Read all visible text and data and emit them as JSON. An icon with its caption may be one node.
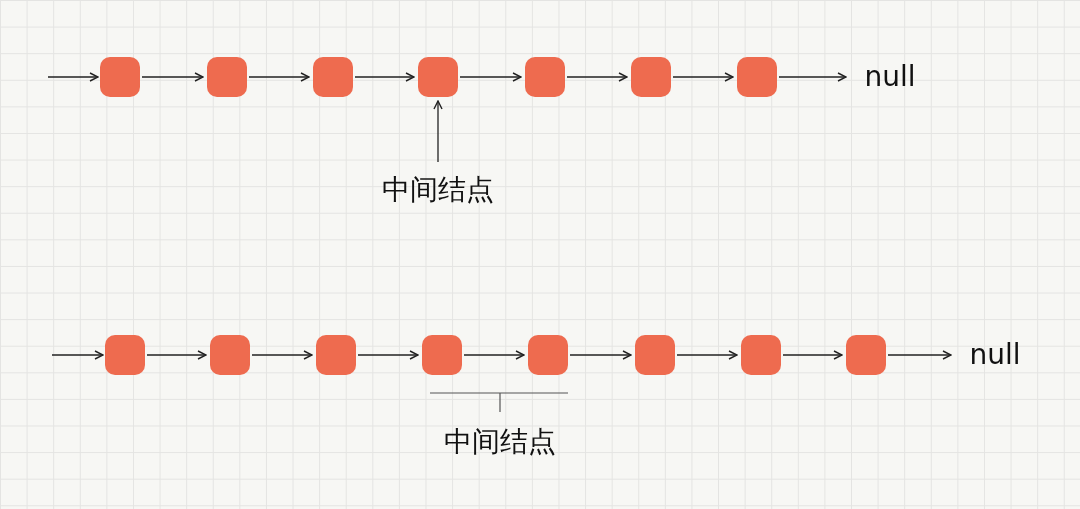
{
  "diagram": {
    "nodes": [
      {
        "text": [],
        "shape": "box"
      },
      {
        "text": [],
        "shape": "box"
      },
      {
        "text": [],
        "shape": "box"
      },
      {
        "text": [],
        "shape": "box"
      },
      {
        "text": [],
        "shape": "box"
      },
      {
        "text": [],
        "shape": "box"
      },
      {
        "text": [],
        "shape": "box"
      },
      {
        "text": [
          "null"
        ]
      },
      {
        "text": [
          "中间结点"
        ]
      },
      {
        "text": [],
        "shape": "box"
      },
      {
        "text": [],
        "shape": "box"
      },
      {
        "text": [],
        "shape": "box"
      },
      {
        "text": [],
        "shape": "box"
      },
      {
        "text": [],
        "shape": "box"
      },
      {
        "text": [],
        "shape": "box"
      },
      {
        "text": [],
        "shape": "box"
      },
      {
        "text": [],
        "shape": "box"
      },
      {
        "text": [
          "null"
        ]
      }
    ],
    "edges": [
      {
        "from": null,
        "to": 0,
        "arrow": "to"
      },
      {
        "from": 0,
        "to": 1,
        "arrow": "to"
      },
      {
        "from": 1,
        "to": 2,
        "arrow": "to"
      },
      {
        "from": 2,
        "to": 3,
        "arrow": "to"
      },
      {
        "from": 3,
        "to": 4,
        "arrow": "to"
      },
      {
        "from": 4,
        "to": 5,
        "arrow": "to"
      },
      {
        "from": 5,
        "to": 6,
        "arrow": "to"
      },
      {
        "from": 6,
        "to": 7,
        "arrow": "to"
      },
      {
        "from": 8,
        "to": 3,
        "arrow": "to"
      },
      {
        "from": null,
        "to": 9,
        "arrow": "to"
      },
      {
        "from": 9,
        "to": 10,
        "arrow": "to"
      },
      {
        "from": 10,
        "to": 11,
        "arrow": "to"
      },
      {
        "from": 11,
        "to": 12,
        "arrow": "to"
      },
      {
        "from": 12,
        "to": 13,
        "arrow": "to"
      },
      {
        "from": 13,
        "to": 14,
        "arrow": "to"
      },
      {
        "from": 14,
        "to": 15,
        "arrow": "to"
      },
      {
        "from": 15,
        "to": 16,
        "arrow": "to"
      },
      {
        "from": 16,
        "to": 17,
        "arrow": "to"
      }
    ],
    "labels": [
      "中间结点"
    ]
  }
}
